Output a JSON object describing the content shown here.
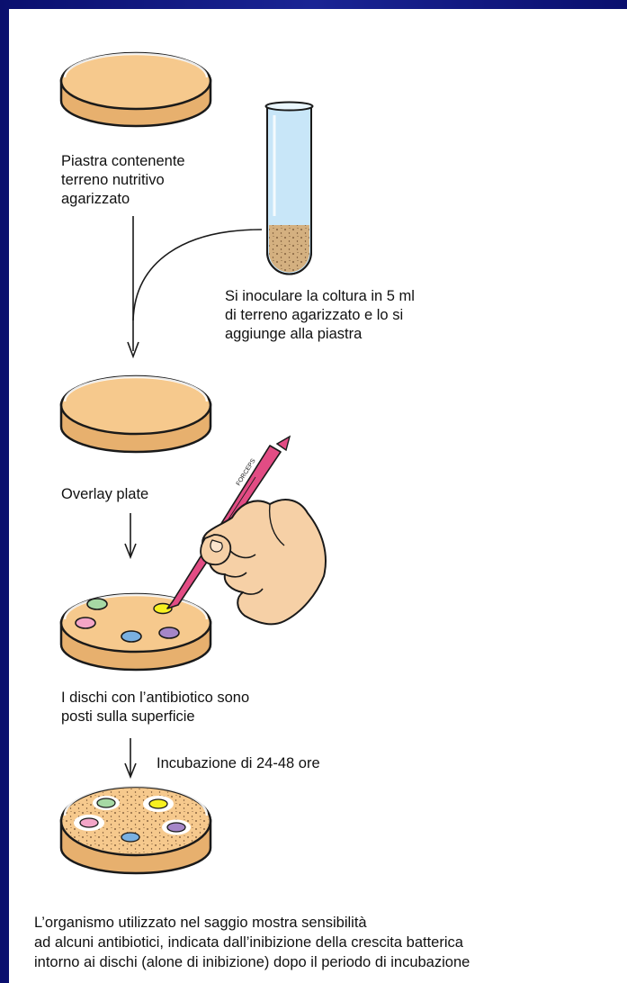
{
  "labels": {
    "plate_agar": "Piastra contenente\nterreno nutritivo\nagarizzato",
    "inoculum": "Si inoculare la coltura in 5 ml\ndi terreno agarizzato e lo si\naggiunge alla piastra",
    "overlay": "Overlay plate",
    "discs": "I dischi con l’antibiotico sono\nposti sulla superficie",
    "incubation": "Incubazione di 24-48 ore",
    "result_lines": [
      "L’organismo utilizzato nel saggio mostra sensibilità",
      "ad alcuni antibiotici, indicata dall’inibizione della crescita batterica",
      "intorno ai dischi (alone di inibizione) dopo il periodo di incubazione"
    ]
  },
  "colors": {
    "background": "#121a86",
    "panel": "#ffffff",
    "agar": "#f6c98d",
    "agar_edge": "#e7b06e",
    "stroke": "#1a1a1a",
    "tube_fluid": "#d4b080",
    "tube_glass": "#c8e6f8",
    "disc_green": "#a6d9a4",
    "disc_pink": "#f3a5c7",
    "disc_blue": "#7ab0e0",
    "disc_purple": "#a586c8",
    "disc_yellow": "#f7f020",
    "forceps": "#e24c84",
    "skin": "#f6d0a6"
  }
}
